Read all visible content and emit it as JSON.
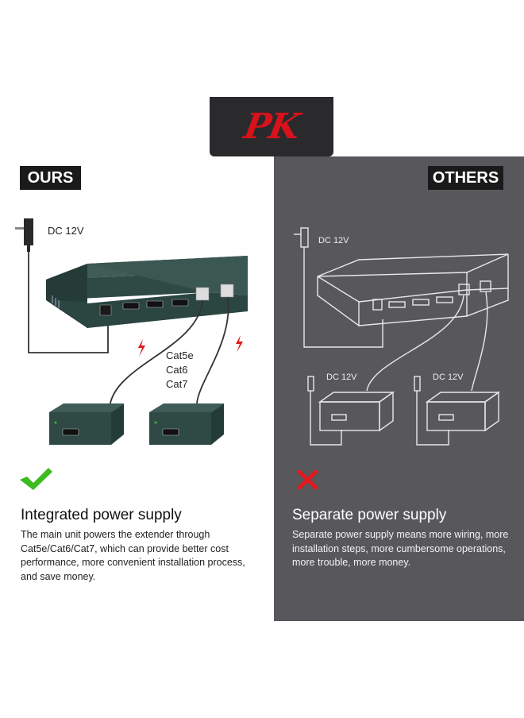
{
  "badge": {
    "text": "PK"
  },
  "ours": {
    "tag": "OURS",
    "dc_label": "DC 12V",
    "cables": [
      "Cat5e",
      "Cat6",
      "Cat7"
    ],
    "heading": "Integrated power supply",
    "description": "The main unit powers the extender through Cat5e/Cat6/Cat7, which can provide better cost performance, more convenient installation process, and save money."
  },
  "others": {
    "tag": "OTHERS",
    "dc_labels": [
      "DC 12V",
      "DC 12V",
      "DC 12V"
    ],
    "heading": "Separate power supply",
    "description": "Separate power supply means more wiring, more installation steps, more cumbersome operations, more trouble, more money."
  },
  "colors": {
    "device_green": "#2f4a45",
    "panel_gray": "#58585c",
    "pk_red": "#d6121b",
    "check_green": "#3dbb1f",
    "cross_red": "#e0191d"
  },
  "icons": [
    "power-adapter-icon",
    "lightning-icon",
    "checkmark-icon",
    "cross-icon"
  ]
}
